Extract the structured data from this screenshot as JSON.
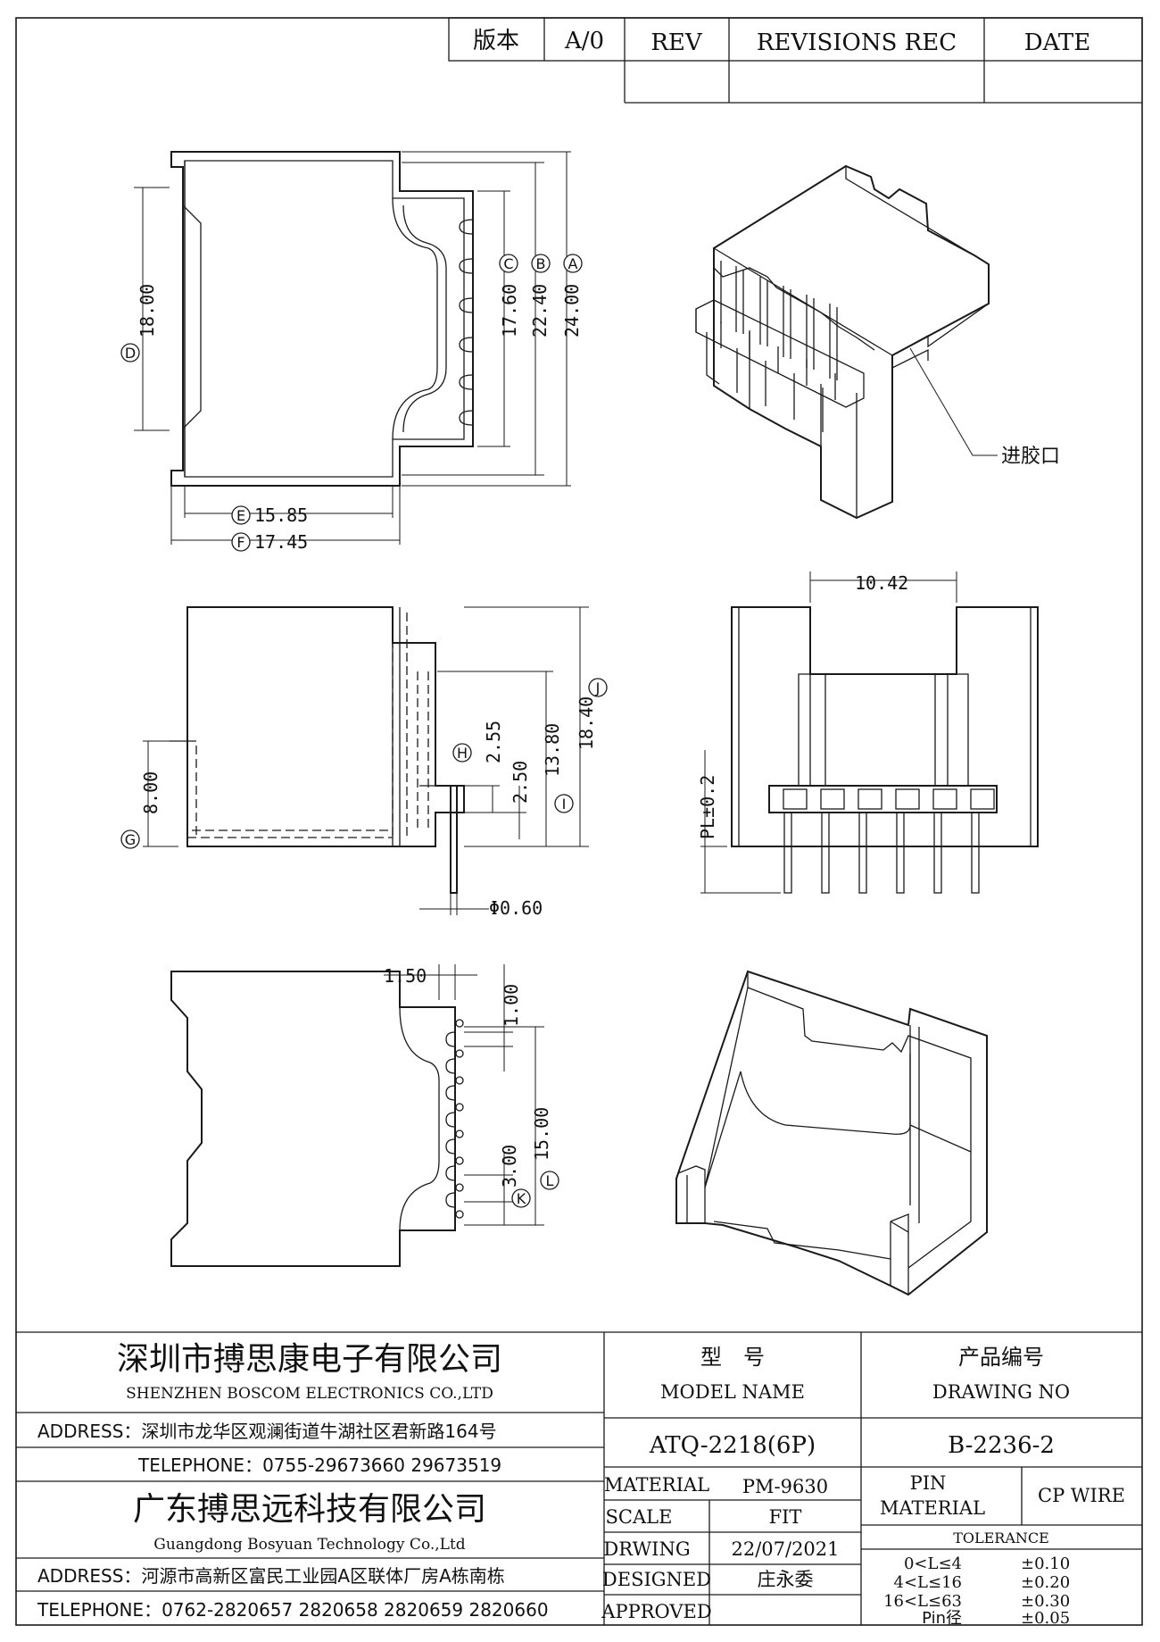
{
  "revision_block": {
    "version_label": "版本",
    "version_value": "A/0",
    "rev_label": "REV",
    "revisions_label": "REVISIONS REC",
    "date_label": "DATE"
  },
  "dimensions": {
    "A": "24.00",
    "B": "22.40",
    "C": "17.60",
    "D": "18.00",
    "E": "15.85",
    "F": "17.45",
    "G": "8.00",
    "H": "2.55",
    "I": "13.80",
    "J": "18.40",
    "K": "3.00",
    "L": "15.00",
    "pin_height_gap": "2.50",
    "pin_diameter": "Φ0.60",
    "pin_row_width": "10.42",
    "pin_length": "PL±0.2",
    "flange_width": "1.50",
    "slot_width": "1.00"
  },
  "circle_labels": {
    "A": "A",
    "B": "B",
    "C": "C",
    "D": "D",
    "E": "E",
    "F": "F",
    "G": "G",
    "H": "H",
    "I": "I",
    "J": "J",
    "K": "K",
    "L": "L"
  },
  "annotations": {
    "gate": "进胶口"
  },
  "company": {
    "name_cn": "深圳市搏思康电子有限公司",
    "name_en": "SHENZHEN BOSCOM ELECTRONICS CO.,LTD",
    "address": "ADDRESS：深圳市龙华区观澜街道牛湖社区君新路164号",
    "telephone": "TELEPHONE：0755-29673660 29673519",
    "name2_cn": "广东搏思远科技有限公司",
    "name2_en": "Guangdong Bosyuan Technology Co.,Ltd",
    "address2": "ADDRESS：河源市高新区富民工业园A区联体厂房A栋南栋",
    "telephone2": "TELEPHONE：0762-2820657 2820658 2820659 2820660"
  },
  "title_block": {
    "model_label_cn": "型　号",
    "model_label_en": "MODEL NAME",
    "drawing_label_cn": "产品编号",
    "drawing_label_en": "DRAWING NO",
    "model_value": "ATQ-2218(6P)",
    "drawing_value": "B-2236-2",
    "material_label": "MATERIAL",
    "material_value": "PM-9630",
    "pin_material_label_1": "PIN",
    "pin_material_label_2": "MATERIAL",
    "pin_material_value": "CP WIRE",
    "scale_label": "SCALE",
    "scale_value": "FIT",
    "tolerance_label": "TOLERANCE",
    "drawing_date_label": "DRWING",
    "drawing_date_value": "22/07/2021",
    "designed_label": "DESIGNED",
    "designed_value": "庄永委",
    "approved_label": "APPROVED",
    "approved_value": "",
    "tolerances": [
      {
        "range": "0<L≤4",
        "value": "±0.10"
      },
      {
        "range": "4<L≤16",
        "value": "±0.20"
      },
      {
        "range": "16<L≤63",
        "value": "±0.30"
      },
      {
        "range": "Pin径",
        "value": "±0.05"
      }
    ]
  }
}
